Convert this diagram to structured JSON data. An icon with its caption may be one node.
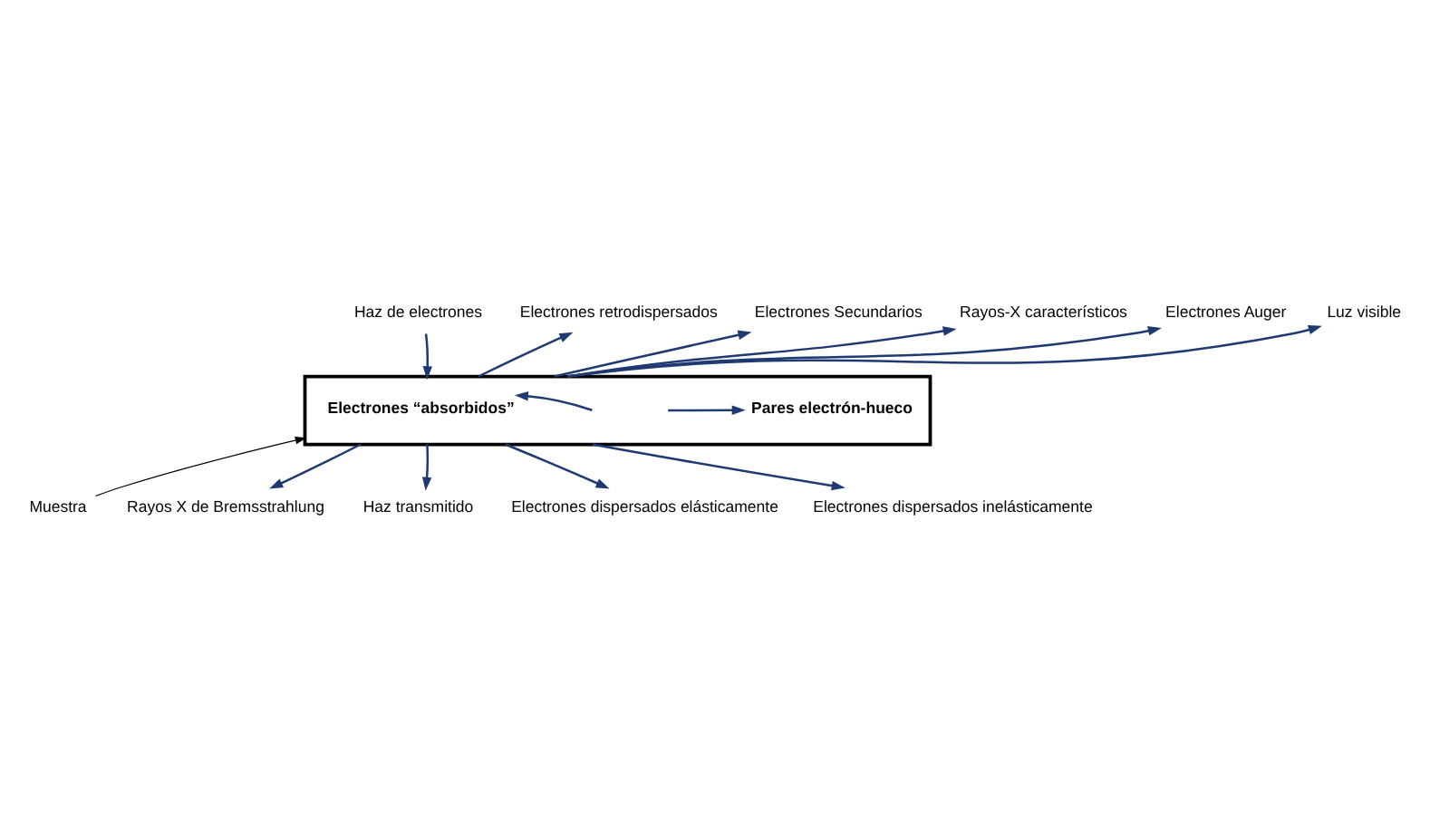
{
  "diagram": {
    "nodes": [
      {
        "text": [
          "Haz de electrones"
        ]
      },
      {
        "text": [
          "Electrones retrodispersados"
        ]
      },
      {
        "text": [
          "Electrones Secundarios"
        ]
      },
      {
        "text": [
          "Rayos-X característicos"
        ]
      },
      {
        "text": [
          "Electrones Auger"
        ]
      },
      {
        "text": [
          "Luz visible"
        ]
      },
      {
        "text": [],
        "shape": "box"
      },
      {
        "text": [
          "Electrones “absorbidos”"
        ],
        "in": 6
      },
      {
        "text": [
          "Pares electrón-hueco"
        ],
        "in": 6
      },
      {
        "text": [
          "Muestra"
        ]
      },
      {
        "text": [
          "Rayos X de Bremsstrahlung"
        ]
      },
      {
        "text": [
          "Haz transmitido"
        ]
      },
      {
        "text": [
          "Electrones dispersados elásticamente"
        ]
      },
      {
        "text": [
          "Electrones dispersados inelásticamente"
        ]
      }
    ],
    "edges": [
      {
        "from": 0,
        "to": 6,
        "arrow": "to"
      },
      {
        "from": 6,
        "to": 1,
        "arrow": "to"
      },
      {
        "from": 6,
        "to": 2,
        "arrow": "to"
      },
      {
        "from": 6,
        "to": 3,
        "arrow": "to"
      },
      {
        "from": 6,
        "to": 4,
        "arrow": "to"
      },
      {
        "from": 6,
        "to": 5,
        "arrow": "to"
      },
      {
        "from": null,
        "to": 7,
        "arrow": "to"
      },
      {
        "from": null,
        "to": 8,
        "arrow": "to"
      },
      {
        "from": 9,
        "to": 6,
        "arrow": "to",
        "color": "#000000"
      },
      {
        "from": 6,
        "to": 10,
        "arrow": "to"
      },
      {
        "from": 6,
        "to": 11,
        "arrow": "to"
      },
      {
        "from": 6,
        "to": 12,
        "arrow": "to"
      },
      {
        "from": 6,
        "to": 13,
        "arrow": "to"
      }
    ]
  }
}
